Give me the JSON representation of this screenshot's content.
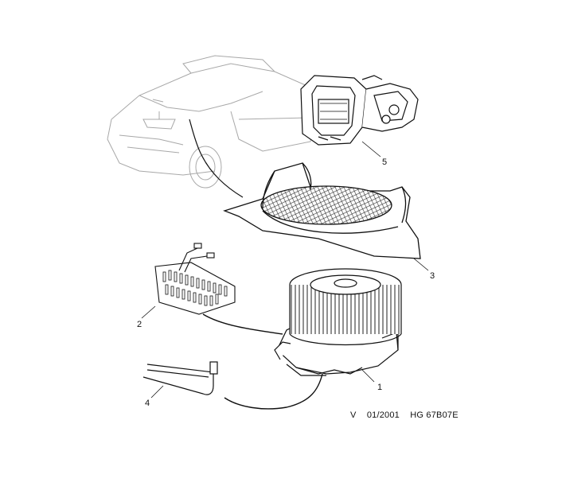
{
  "diagram": {
    "callouts": [
      "1",
      "2",
      "3",
      "4",
      "5"
    ]
  },
  "footer": {
    "view_code": "V",
    "date": "01/2001",
    "ref": "HG 67B07E"
  }
}
